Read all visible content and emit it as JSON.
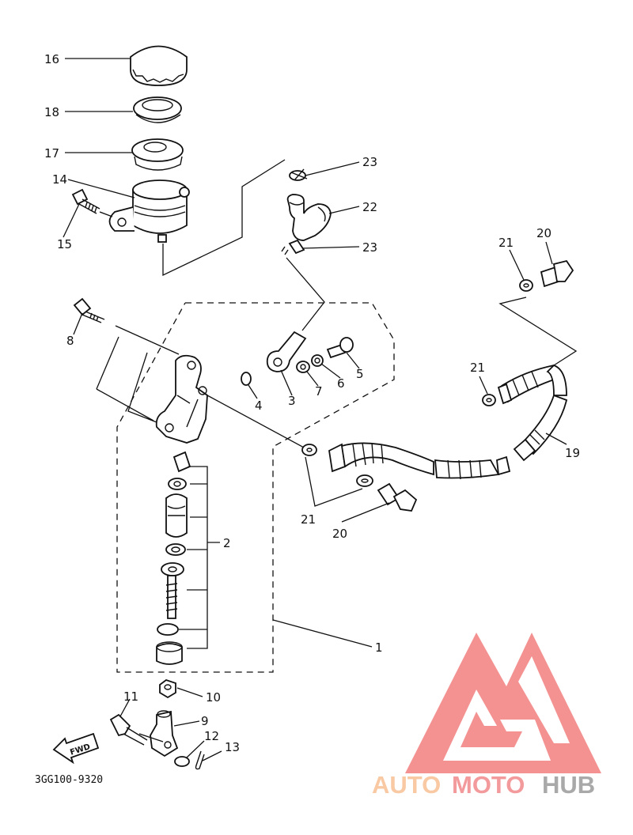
{
  "diagram": {
    "callouts": {
      "c1": "1",
      "c2": "2",
      "c3": "3",
      "c4": "4",
      "c5": "5",
      "c6": "6",
      "c7": "7",
      "c8": "8",
      "c9": "9",
      "c10": "10",
      "c11": "11",
      "c12": "12",
      "c13": "13",
      "c14": "14",
      "c15": "15",
      "c16": "16",
      "c17": "17",
      "c18": "18",
      "c19": "19",
      "c20a": "20",
      "c20b": "20",
      "c21a": "21",
      "c21b": "21",
      "c21c": "21",
      "c22": "22",
      "c23a": "23",
      "c23b": "23"
    },
    "fwd_arrow_label": "FWD",
    "drawing_code": "3GG100-9320"
  },
  "watermark": {
    "part1": "AUTO",
    "part2": "MOTO",
    "part3": "HUB",
    "colors": {
      "auto": "#f9c9a4",
      "moto": "#f39a9c",
      "hub": "#a9a9a9",
      "logo": "#f37f80"
    }
  }
}
